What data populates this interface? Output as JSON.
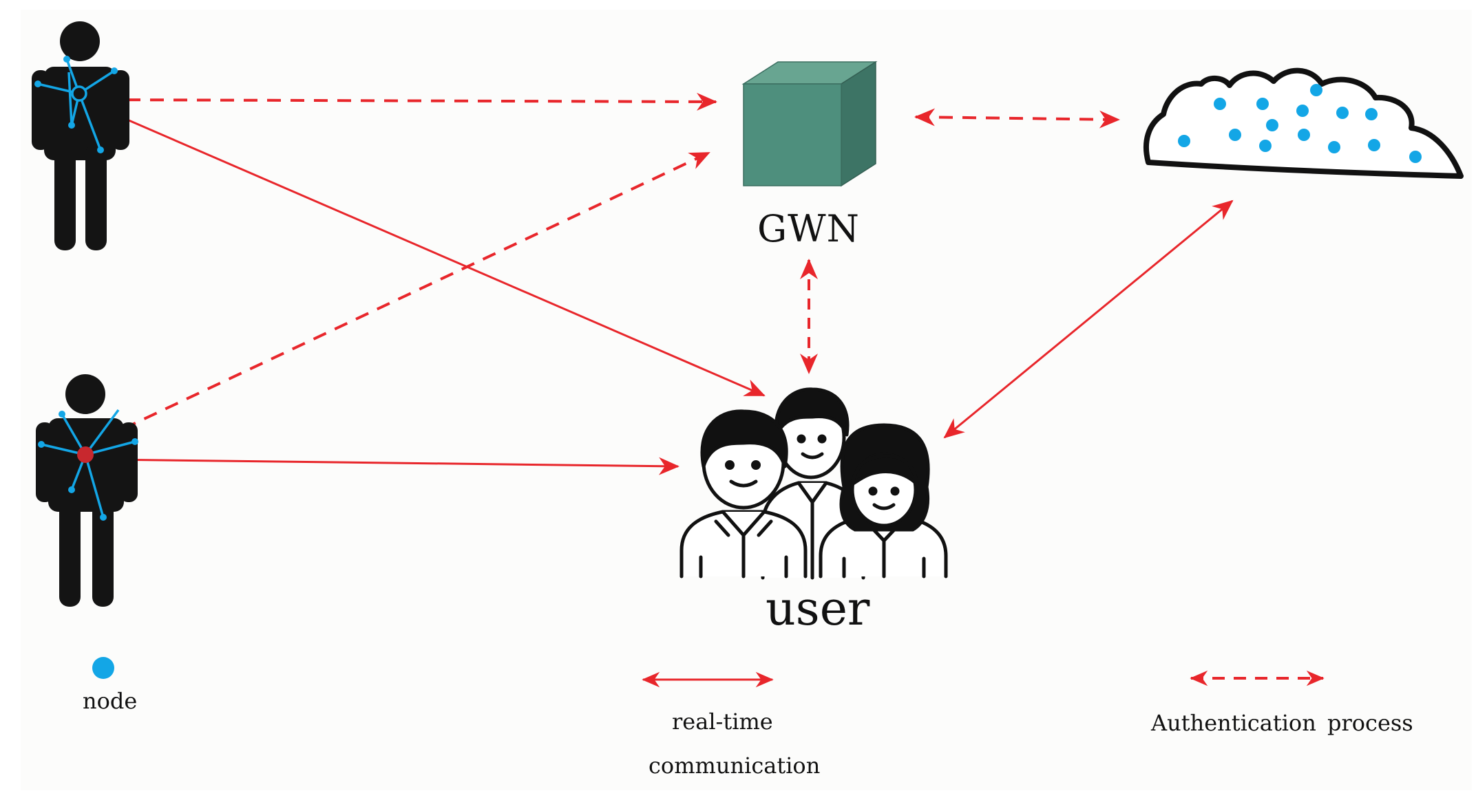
{
  "labels": {
    "gwn": "GWN",
    "user": "user",
    "node": "node",
    "realtime_line1": "real-time",
    "realtime_line2": "communication",
    "auth": "Authentication  process"
  },
  "colors": {
    "arrow": "#e8262b",
    "node": "#13a6e6",
    "figure": "#141414",
    "hub_active": "#c8282e",
    "gwn_front": "#4e8f7d",
    "gwn_top": "#68a591",
    "gwn_side": "#3d7465"
  },
  "icons": {
    "gateway": "cube-icon",
    "cloud": "cloud-icon",
    "sensor_person": "person-with-sensors-icon",
    "users": "group-of-people-icon",
    "node_legend": "blue-dot-icon"
  }
}
